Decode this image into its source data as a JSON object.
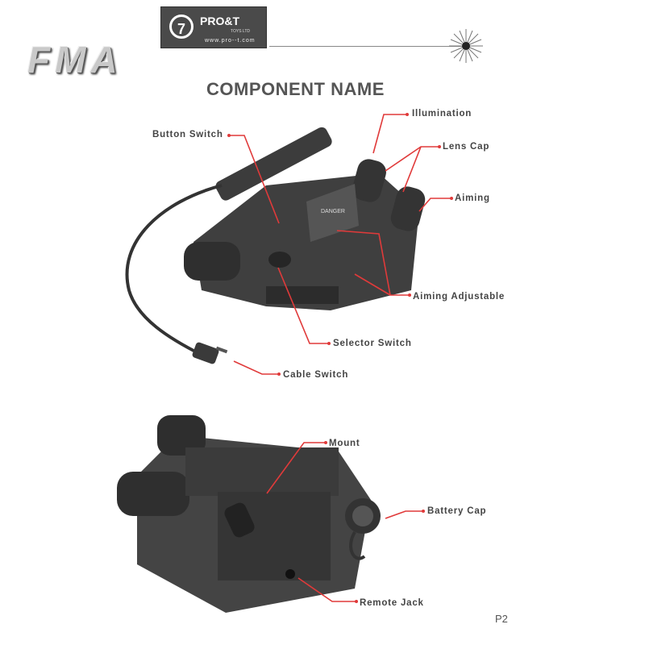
{
  "header": {
    "logo_text": "FMA",
    "brand_badge": "7",
    "brand_name": "PRO&T",
    "brand_sub": "TOYS LTD",
    "brand_url": "www.pro--t.com"
  },
  "title": "COMPONENT NAME",
  "labels": {
    "illumination": "Illumination",
    "lens_cap": "Lens Cap",
    "aiming": "Aiming",
    "button_switch": "Button Switch",
    "aiming_adjustable": "Aiming Adjustable",
    "selector_switch": "Selector Switch",
    "cable_switch": "Cable Switch",
    "mount": "Mount",
    "battery_cap": "Battery Cap",
    "remote_jack": "Remote Jack"
  },
  "device_text": "DANGER",
  "page_number": "P2",
  "colors": {
    "callout": "#e03a3a",
    "ink": "#444444",
    "device": "#3a3a3a"
  }
}
